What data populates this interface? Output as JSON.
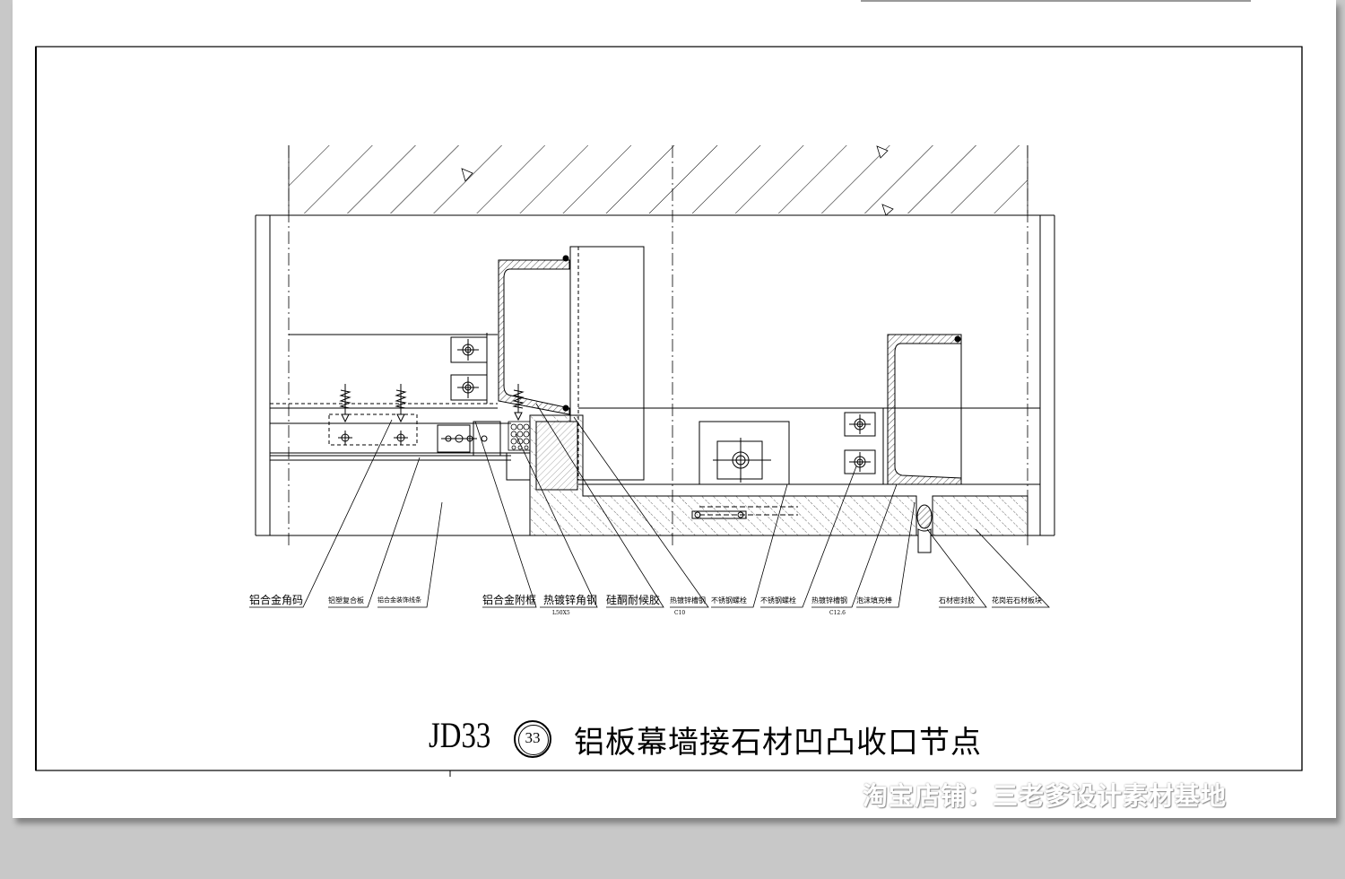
{
  "title": {
    "code": "JD33",
    "number": "33",
    "text": "铝板幕墙接石材凹凸收口节点"
  },
  "callouts": [
    {
      "key": "aluminum_corner",
      "label": "铝合金角码"
    },
    {
      "key": "acp",
      "label": "铝塑复合板"
    },
    {
      "key": "trim",
      "label": "铝合金装饰线条"
    },
    {
      "key": "sub_frame",
      "label": "铝合金附框"
    },
    {
      "key": "angle_steel",
      "label": "热镀锌角钢",
      "sub": "L50X5"
    },
    {
      "key": "sealant",
      "label": "硅酮耐候胶"
    },
    {
      "key": "channel_steel",
      "label": "热镀锌槽钢",
      "sub": "C10"
    },
    {
      "key": "bolt1",
      "label": "不锈钢螺栓"
    },
    {
      "key": "bolt2",
      "label": "不锈钢螺栓"
    },
    {
      "key": "channel_steel2",
      "label": "热镀锌槽钢",
      "sub": "C12.6"
    },
    {
      "key": "foam_rod",
      "label": "泡沫填充棒"
    },
    {
      "key": "stone_sealant",
      "label": "石材密封胶"
    },
    {
      "key": "granite",
      "label": "花岗岩石材板块"
    }
  ],
  "watermark": "淘宝店铺：三老爹设计素材基地",
  "colors": {
    "background": "#c8c8c8",
    "sheet": "#ffffff",
    "line": "#000000"
  }
}
